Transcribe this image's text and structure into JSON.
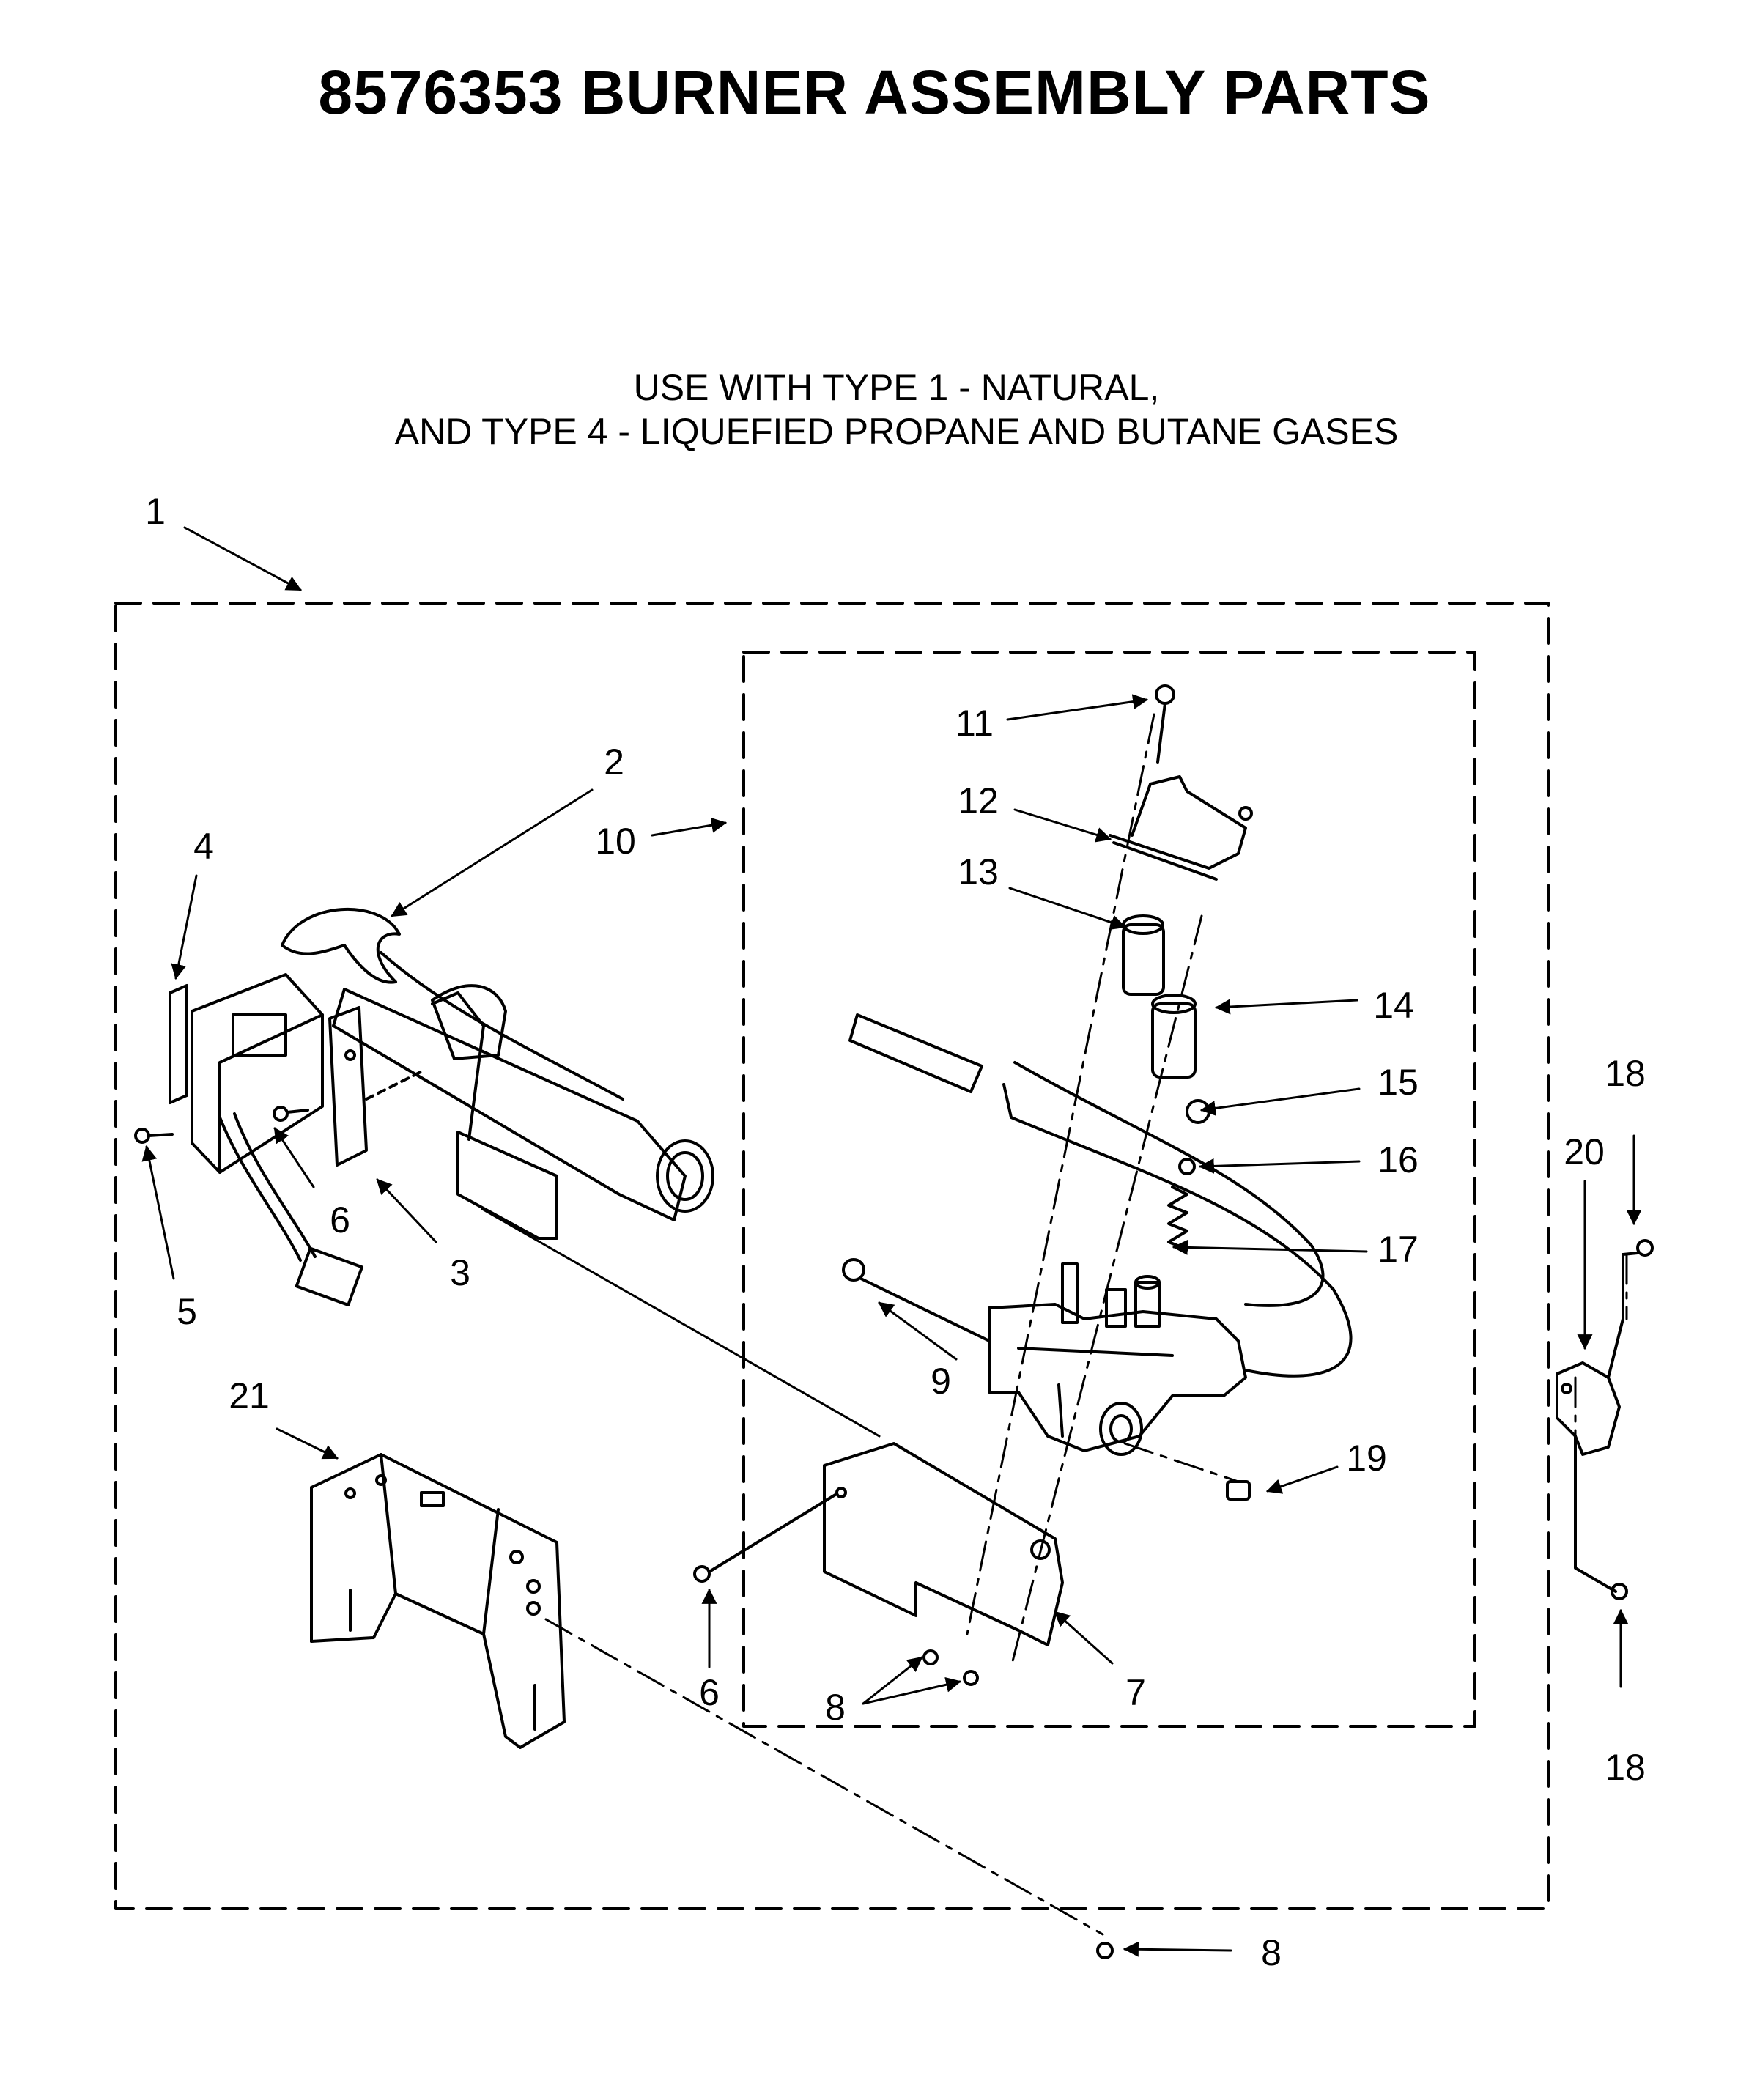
{
  "title": "8576353 BURNER ASSEMBLY PARTS",
  "subtitle_line1": "USE WITH TYPE 1 - NATURAL,",
  "subtitle_line2": "AND TYPE 4 - LIQUEFIED PROPANE AND BUTANE GASES",
  "callouts": {
    "c1": "1",
    "c2": "2",
    "c3": "3",
    "c4": "4",
    "c5": "5",
    "c6a": "6",
    "c6b": "6",
    "c7": "7",
    "c8a": "8",
    "c8b": "8",
    "c9": "9",
    "c10": "10",
    "c11": "11",
    "c12": "12",
    "c13": "13",
    "c14": "14",
    "c15": "15",
    "c16": "16",
    "c17": "17",
    "c18a": "18",
    "c18b": "18",
    "c19": "19",
    "c20": "20",
    "c21": "21"
  }
}
